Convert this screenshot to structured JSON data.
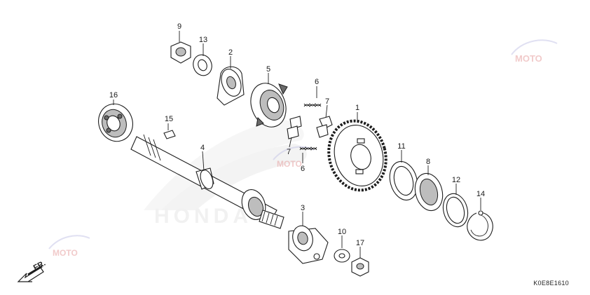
{
  "diagram": {
    "code": "K0E8E1610",
    "front_arrow_label": "FR.",
    "watermark_text": "HONDA",
    "labels": [
      {
        "id": "label-9",
        "text": "9"
      },
      {
        "id": "label-13",
        "text": "13"
      },
      {
        "id": "label-2",
        "text": "2"
      },
      {
        "id": "label-5",
        "text": "5"
      },
      {
        "id": "label-16",
        "text": "16"
      },
      {
        "id": "label-6a",
        "text": "6"
      },
      {
        "id": "label-7a",
        "text": "7"
      },
      {
        "id": "label-1",
        "text": "1"
      },
      {
        "id": "label-15",
        "text": "15"
      },
      {
        "id": "label-4",
        "text": "4"
      },
      {
        "id": "label-7b",
        "text": "7"
      },
      {
        "id": "label-6b",
        "text": "6"
      },
      {
        "id": "label-11",
        "text": "11"
      },
      {
        "id": "label-8",
        "text": "8"
      },
      {
        "id": "label-12",
        "text": "12"
      },
      {
        "id": "label-14",
        "text": "14"
      },
      {
        "id": "label-3",
        "text": "3"
      },
      {
        "id": "label-10",
        "text": "10"
      },
      {
        "id": "label-17",
        "text": "17"
      }
    ]
  }
}
